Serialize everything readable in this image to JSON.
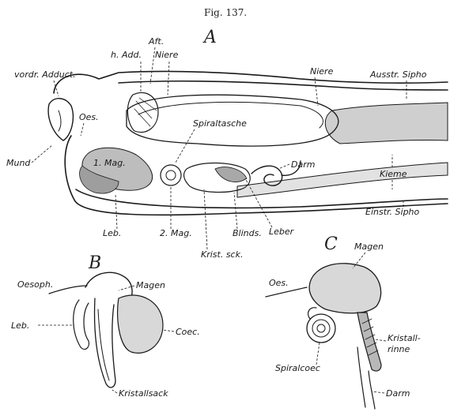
{
  "figure": {
    "number": "Fig. 137.",
    "panel_a": {
      "letter": "A",
      "labels": {
        "vordr_adduct": "vordr. Adduct.",
        "h_add": "h. Add.",
        "aft": "Aft.",
        "niere": "Niere",
        "niere_right": "Niere",
        "ausstr_sipho": "Ausstr. Sipho",
        "oes": "Oes.",
        "spiraltasche": "Spiraltasche",
        "mund": "Mund",
        "mag1": "1. Mag.",
        "darm": "Darm",
        "kieme": "Kieme",
        "einstr_sipho": "Einstr. Sipho",
        "leb": "Leb.",
        "mag2": "2. Mag.",
        "blinds": "Blinds.",
        "leber": "Leber",
        "krist_sck": "Krist. sck."
      }
    },
    "panel_b": {
      "letter": "B",
      "labels": {
        "oesoph": "Oesoph.",
        "magen": "Magen",
        "leb": "Leb.",
        "coec": "Coec.",
        "kristallsack": "Kristallsack"
      }
    },
    "panel_c": {
      "letter": "C",
      "labels": {
        "magen": "Magen",
        "oes": "Oes.",
        "kristall": "Kristall-",
        "rinne": "rinne",
        "spiralcoec": "Spiralcoec",
        "darm": "Darm"
      }
    }
  }
}
